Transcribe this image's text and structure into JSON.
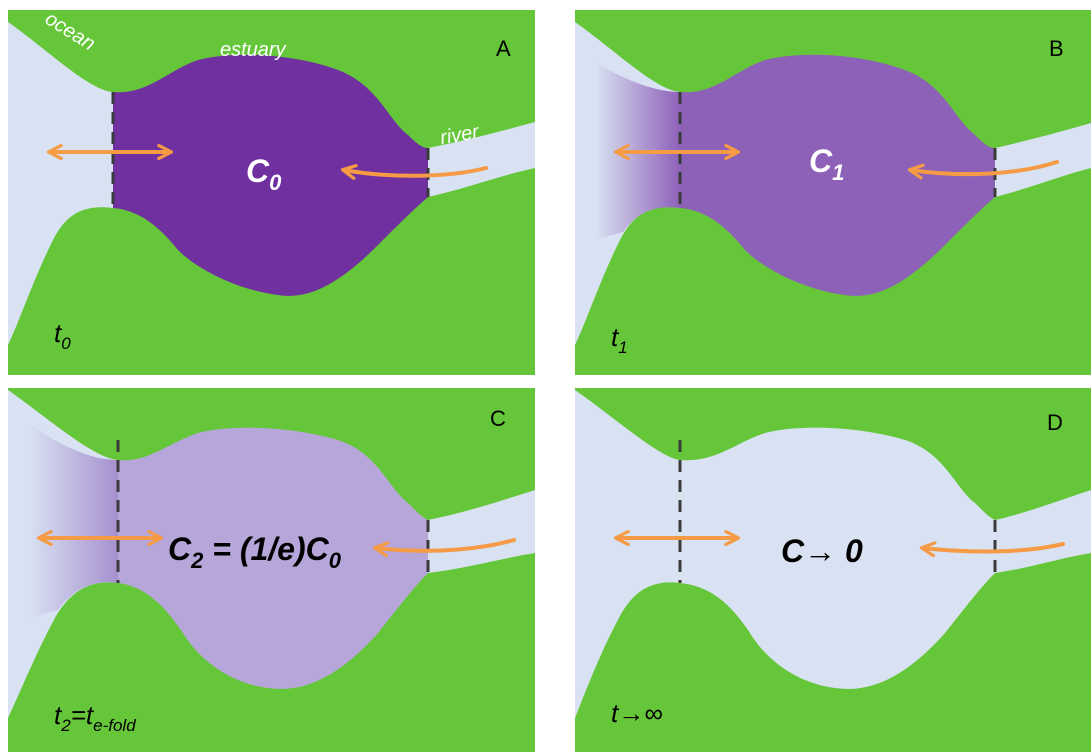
{
  "colors": {
    "land": "#66c63a",
    "water": "#d9e2f2",
    "arrow": "#f59a45",
    "boundary": "#3a3a3a",
    "text_light": "#ffffff",
    "text_dark": "#000000",
    "plume_start": "#d9e2f2"
  },
  "panels": [
    {
      "id": "A",
      "letter": "A",
      "estuary_color": "#7030a0",
      "plume_color": "",
      "concentration_main": "C",
      "concentration_sub": "0",
      "concentration_tail": "",
      "concentration_tail_sub": "",
      "time_main": "t",
      "time_sub": "0",
      "time_mid": "",
      "time_mid_sub": "",
      "labels": {
        "ocean": "ocean",
        "estuary": "estuary",
        "river": "river"
      }
    },
    {
      "id": "B",
      "letter": "B",
      "estuary_color": "#8e61b9",
      "plume_color": "#8e61b9",
      "concentration_main": "C",
      "concentration_sub": "1",
      "concentration_tail": "",
      "concentration_tail_sub": "",
      "time_main": "t",
      "time_sub": "1",
      "time_mid": "",
      "time_mid_sub": ""
    },
    {
      "id": "C",
      "letter": "C",
      "estuary_color": "#b6a6d9",
      "plume_color": "#a690cf",
      "concentration_main": "C",
      "concentration_sub": "2",
      "concentration_tail": " = (1/e)C",
      "concentration_tail_sub": "0",
      "time_main": "t",
      "time_sub": "2",
      "time_mid": "=t",
      "time_mid_sub": "e-fold"
    },
    {
      "id": "D",
      "letter": "D",
      "estuary_color": "#d9e2f2",
      "plume_color": "",
      "concentration_main": "C",
      "concentration_sub": "",
      "concentration_tail": "→ 0",
      "concentration_tail_sub": "",
      "time_main": "t",
      "time_sub": "",
      "time_mid": "→∞",
      "time_mid_sub": ""
    }
  ]
}
